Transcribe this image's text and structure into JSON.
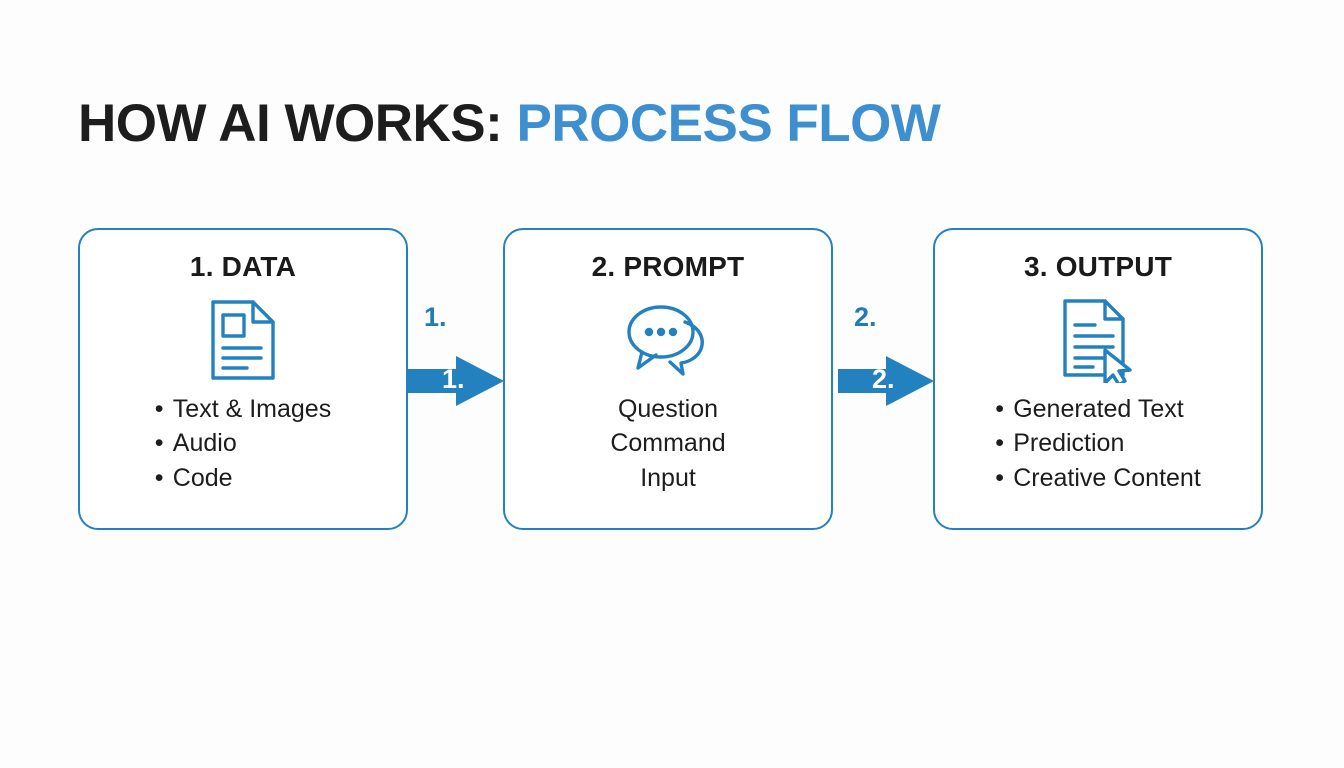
{
  "theme": {
    "background": "#fdfdfd",
    "accent_blue": "#2481c0",
    "title_accent": "#3d8fd0",
    "arrow_blue": "#1f7cb8",
    "text_dark": "#1d1d1d"
  },
  "title": {
    "dark_part": "HOW AI WORKS: ",
    "accent_part": "PROCESS FLOW"
  },
  "steps": [
    {
      "title": "1. DATA",
      "icon": "document-image-icon",
      "list_style": "bullet",
      "items": [
        "Text & Images",
        "Audio",
        "Code"
      ]
    },
    {
      "title": "2. PROMPT",
      "icon": "chat-bubbles-icon",
      "list_style": "plain",
      "items": [
        "Question",
        "Command",
        "Input"
      ]
    },
    {
      "title": "3. OUTPUT",
      "icon": "document-cursor-icon",
      "list_style": "bullet",
      "items": [
        "Generated Text",
        "Prediction",
        "Creative Content"
      ]
    }
  ],
  "arrows": [
    {
      "label_above": "1.",
      "label_inside": "1."
    },
    {
      "label_above": "2.",
      "label_inside": "2."
    }
  ],
  "bullet_glyph": "•"
}
